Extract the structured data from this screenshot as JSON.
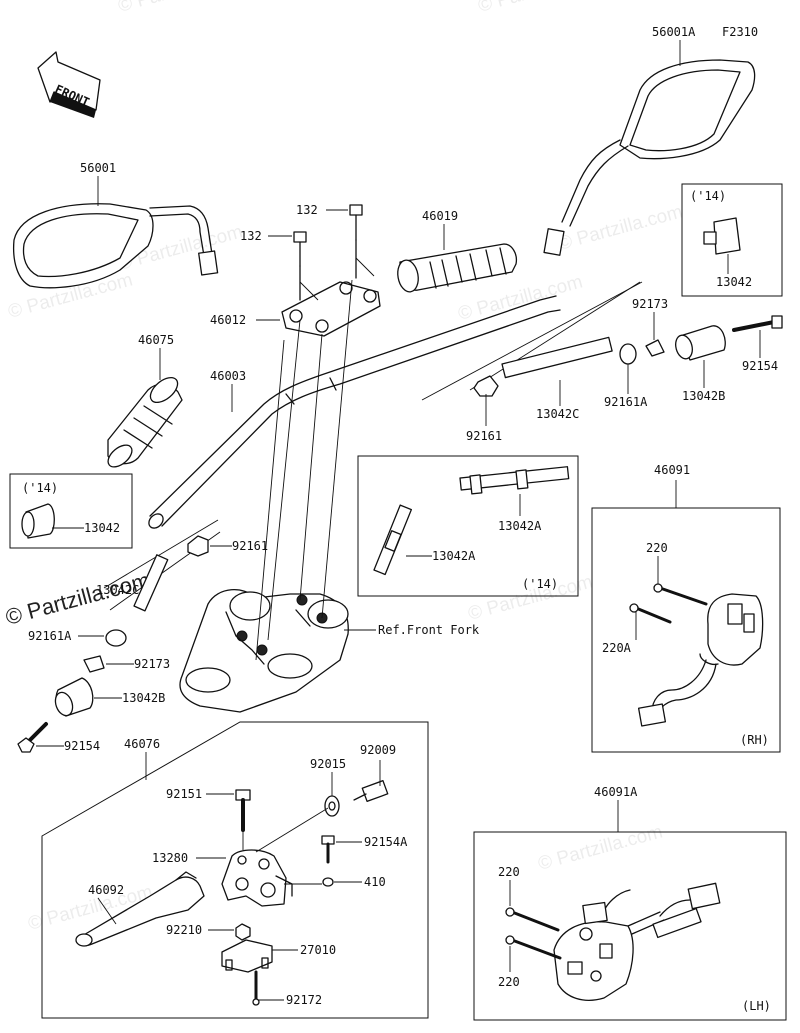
{
  "figure_code": "F2310",
  "front_label": "FRONT",
  "watermark": "© Partzilla.com",
  "callouts": {
    "p56001A": "56001A",
    "p56001": "56001",
    "p132a": "132",
    "p132b": "132",
    "p46019": "46019",
    "p46012": "46012",
    "p46075": "46075",
    "p46003": "46003",
    "p92173r": "92173",
    "p92154r": "92154",
    "p13042B_r": "13042B",
    "p92161A_r": "92161A",
    "p13042C_r": "13042C",
    "p92161_r": "92161",
    "p13042A_a": "13042A",
    "p13042A_b": "13042A",
    "p92161_l": "92161",
    "p13042C_l": "13042C",
    "p92161A_l": "92161A",
    "p92173_l": "92173",
    "p13042B_l": "13042B",
    "p92154_l": "92154",
    "p46091": "46091",
    "p220": "220",
    "p220A": "220A",
    "p46076": "46076",
    "p92009": "92009",
    "p92015": "92015",
    "p92151": "92151",
    "p92154A": "92154A",
    "p13280": "13280",
    "p410": "410",
    "p46092": "46092",
    "p92210": "92210",
    "p27010": "27010",
    "p92172": "92172",
    "p46091A": "46091A",
    "p220c": "220",
    "p220d": "220",
    "p13042_tr": "13042",
    "p13042_l": "13042"
  },
  "notes": {
    "ref_front_fork": "Ref.Front Fork",
    "year14_a": "('14)",
    "year14_b": "('14)",
    "year14_c": "('14)",
    "rh": "(RH)",
    "lh": "(LH)"
  }
}
